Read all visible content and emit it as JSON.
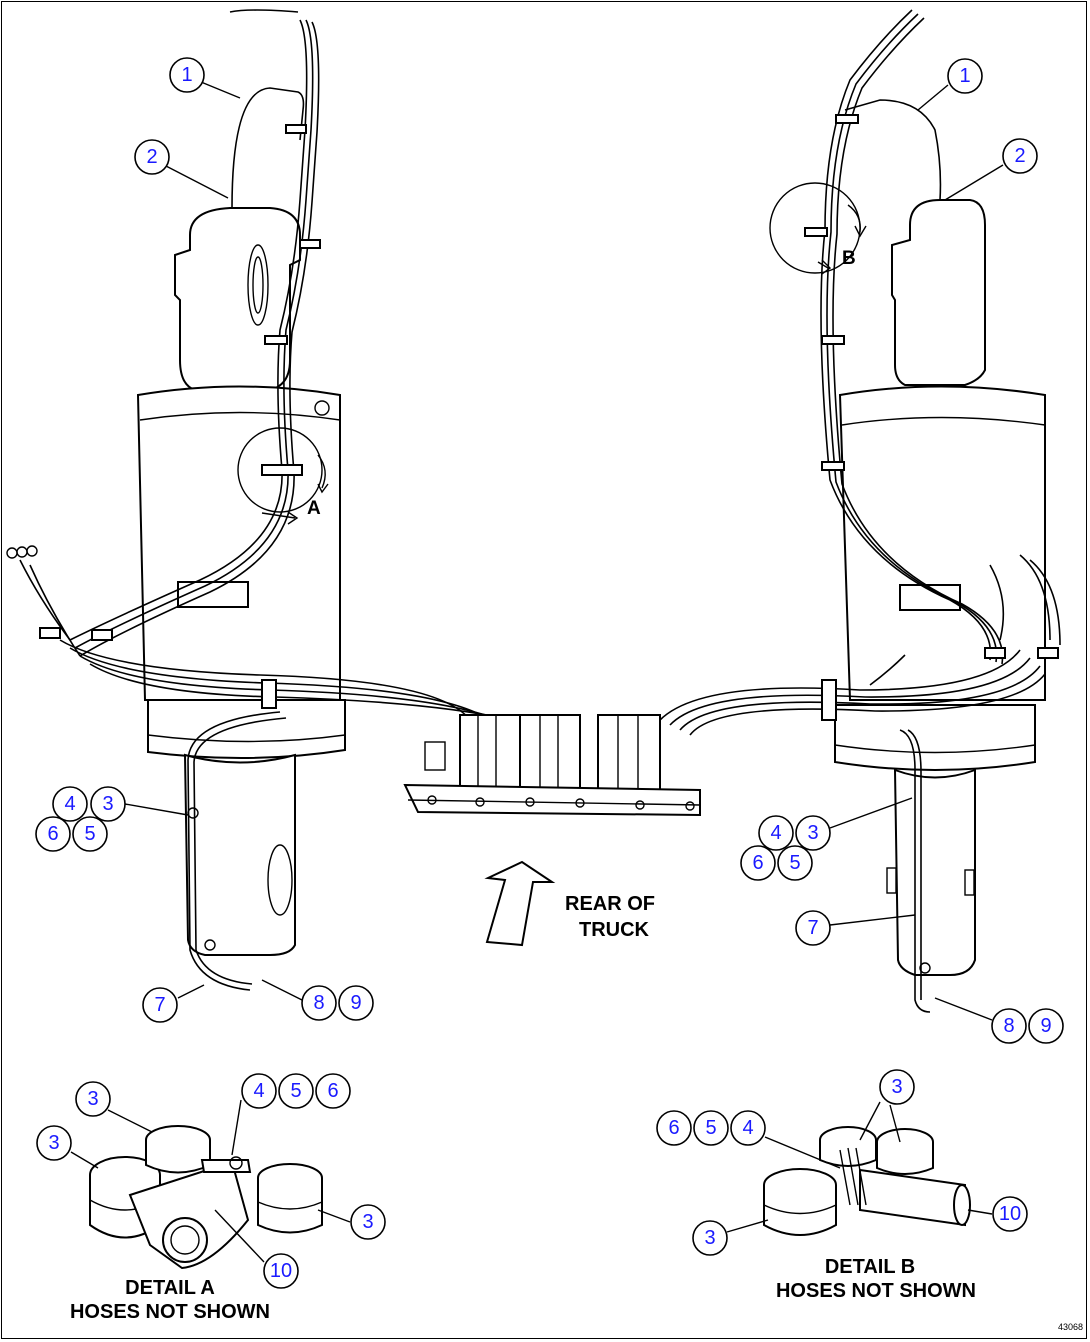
{
  "labels": {
    "detail_a_label": "A",
    "detail_b_label": "B",
    "rear_of_truck_line1": "REAR OF",
    "rear_of_truck_line2": "TRUCK",
    "detail_a_line1": "DETAIL A",
    "detail_a_line2": "HOSES NOT SHOWN",
    "detail_b_line1": "DETAIL B",
    "detail_b_line2": "HOSES NOT SHOWN",
    "drawing_number": "43068"
  },
  "callouts": {
    "left": {
      "c1": "1",
      "c2": "2",
      "c3": "3",
      "c4": "4",
      "c5": "5",
      "c6": "6",
      "c7": "7",
      "c8": "8",
      "c9": "9"
    },
    "right": {
      "c1": "1",
      "c2": "2",
      "c3": "3",
      "c4": "4",
      "c5": "5",
      "c6": "6",
      "c7": "7",
      "c8": "8",
      "c9": "9"
    },
    "detail_a": {
      "c3a": "3",
      "c3b": "3",
      "c3c": "3",
      "c4": "4",
      "c5": "5",
      "c6": "6",
      "c10": "10"
    },
    "detail_b": {
      "c3a": "3",
      "c3b": "3",
      "c4": "4",
      "c5": "5",
      "c6": "6",
      "c10": "10"
    }
  },
  "colors": {
    "callout_text": "#1a1aff",
    "line": "#000000",
    "background": "#ffffff"
  }
}
